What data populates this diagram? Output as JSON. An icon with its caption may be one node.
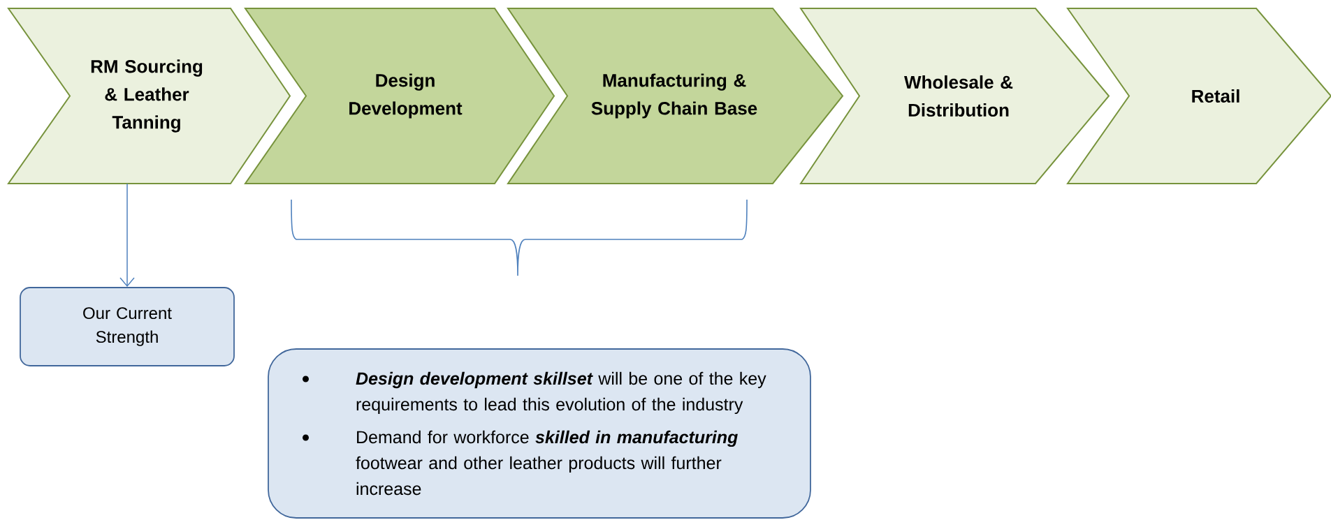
{
  "diagram": {
    "nodes": [
      {
        "text": [
          "RM Sourcing & Leather Tanning"
        ]
      },
      {
        "text": [
          "Design Development"
        ]
      },
      {
        "text": [
          "Manufacturing & Supply Chain Base"
        ]
      },
      {
        "text": [
          "Wholesale & Distribution"
        ]
      },
      {
        "text": [
          "Retail"
        ]
      },
      {
        "text": [
          "Our Current Strength"
        ]
      },
      {
        "text": [
          "**Design development skillset** will be one of the key requirements to lead this evolution of the industry",
          "Demand for workforce **skilled in manufacturing** footwear and other leather products will further increase"
        ]
      }
    ],
    "edges": [
      {
        "from": 0,
        "to": 5,
        "arrow": "to"
      }
    ]
  }
}
